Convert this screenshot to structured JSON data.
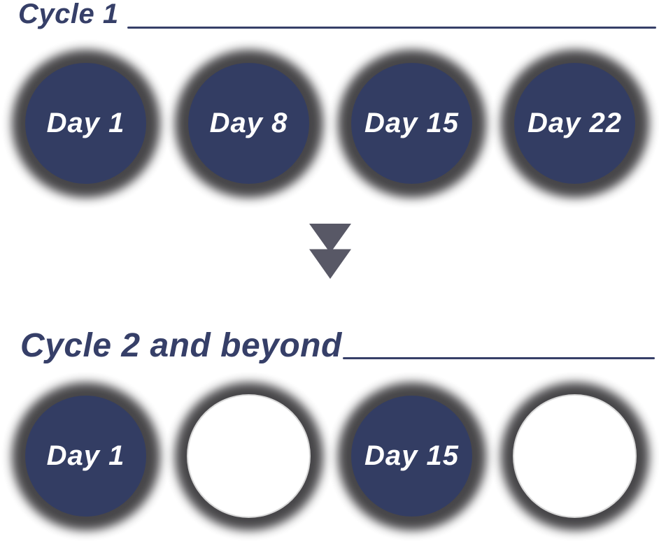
{
  "cycle1": {
    "title": "Cycle 1",
    "circles": [
      {
        "label": "Day 1",
        "filled": true
      },
      {
        "label": "Day 8",
        "filled": true
      },
      {
        "label": "Day 15",
        "filled": true
      },
      {
        "label": "Day 22",
        "filled": true
      }
    ]
  },
  "arrow": {
    "icon": "double-chevron-down-icon"
  },
  "cycle2": {
    "title": "Cycle 2 and beyond",
    "circles": [
      {
        "label": "Day 1",
        "filled": true
      },
      {
        "label": "",
        "filled": false
      },
      {
        "label": "Day 15",
        "filled": true
      },
      {
        "label": "",
        "filled": false
      }
    ]
  },
  "colors": {
    "navy": "#333d63",
    "heading": "#363f68",
    "ring": "#3a393c",
    "arrow": "#585866",
    "day_text": "#ffffff"
  }
}
